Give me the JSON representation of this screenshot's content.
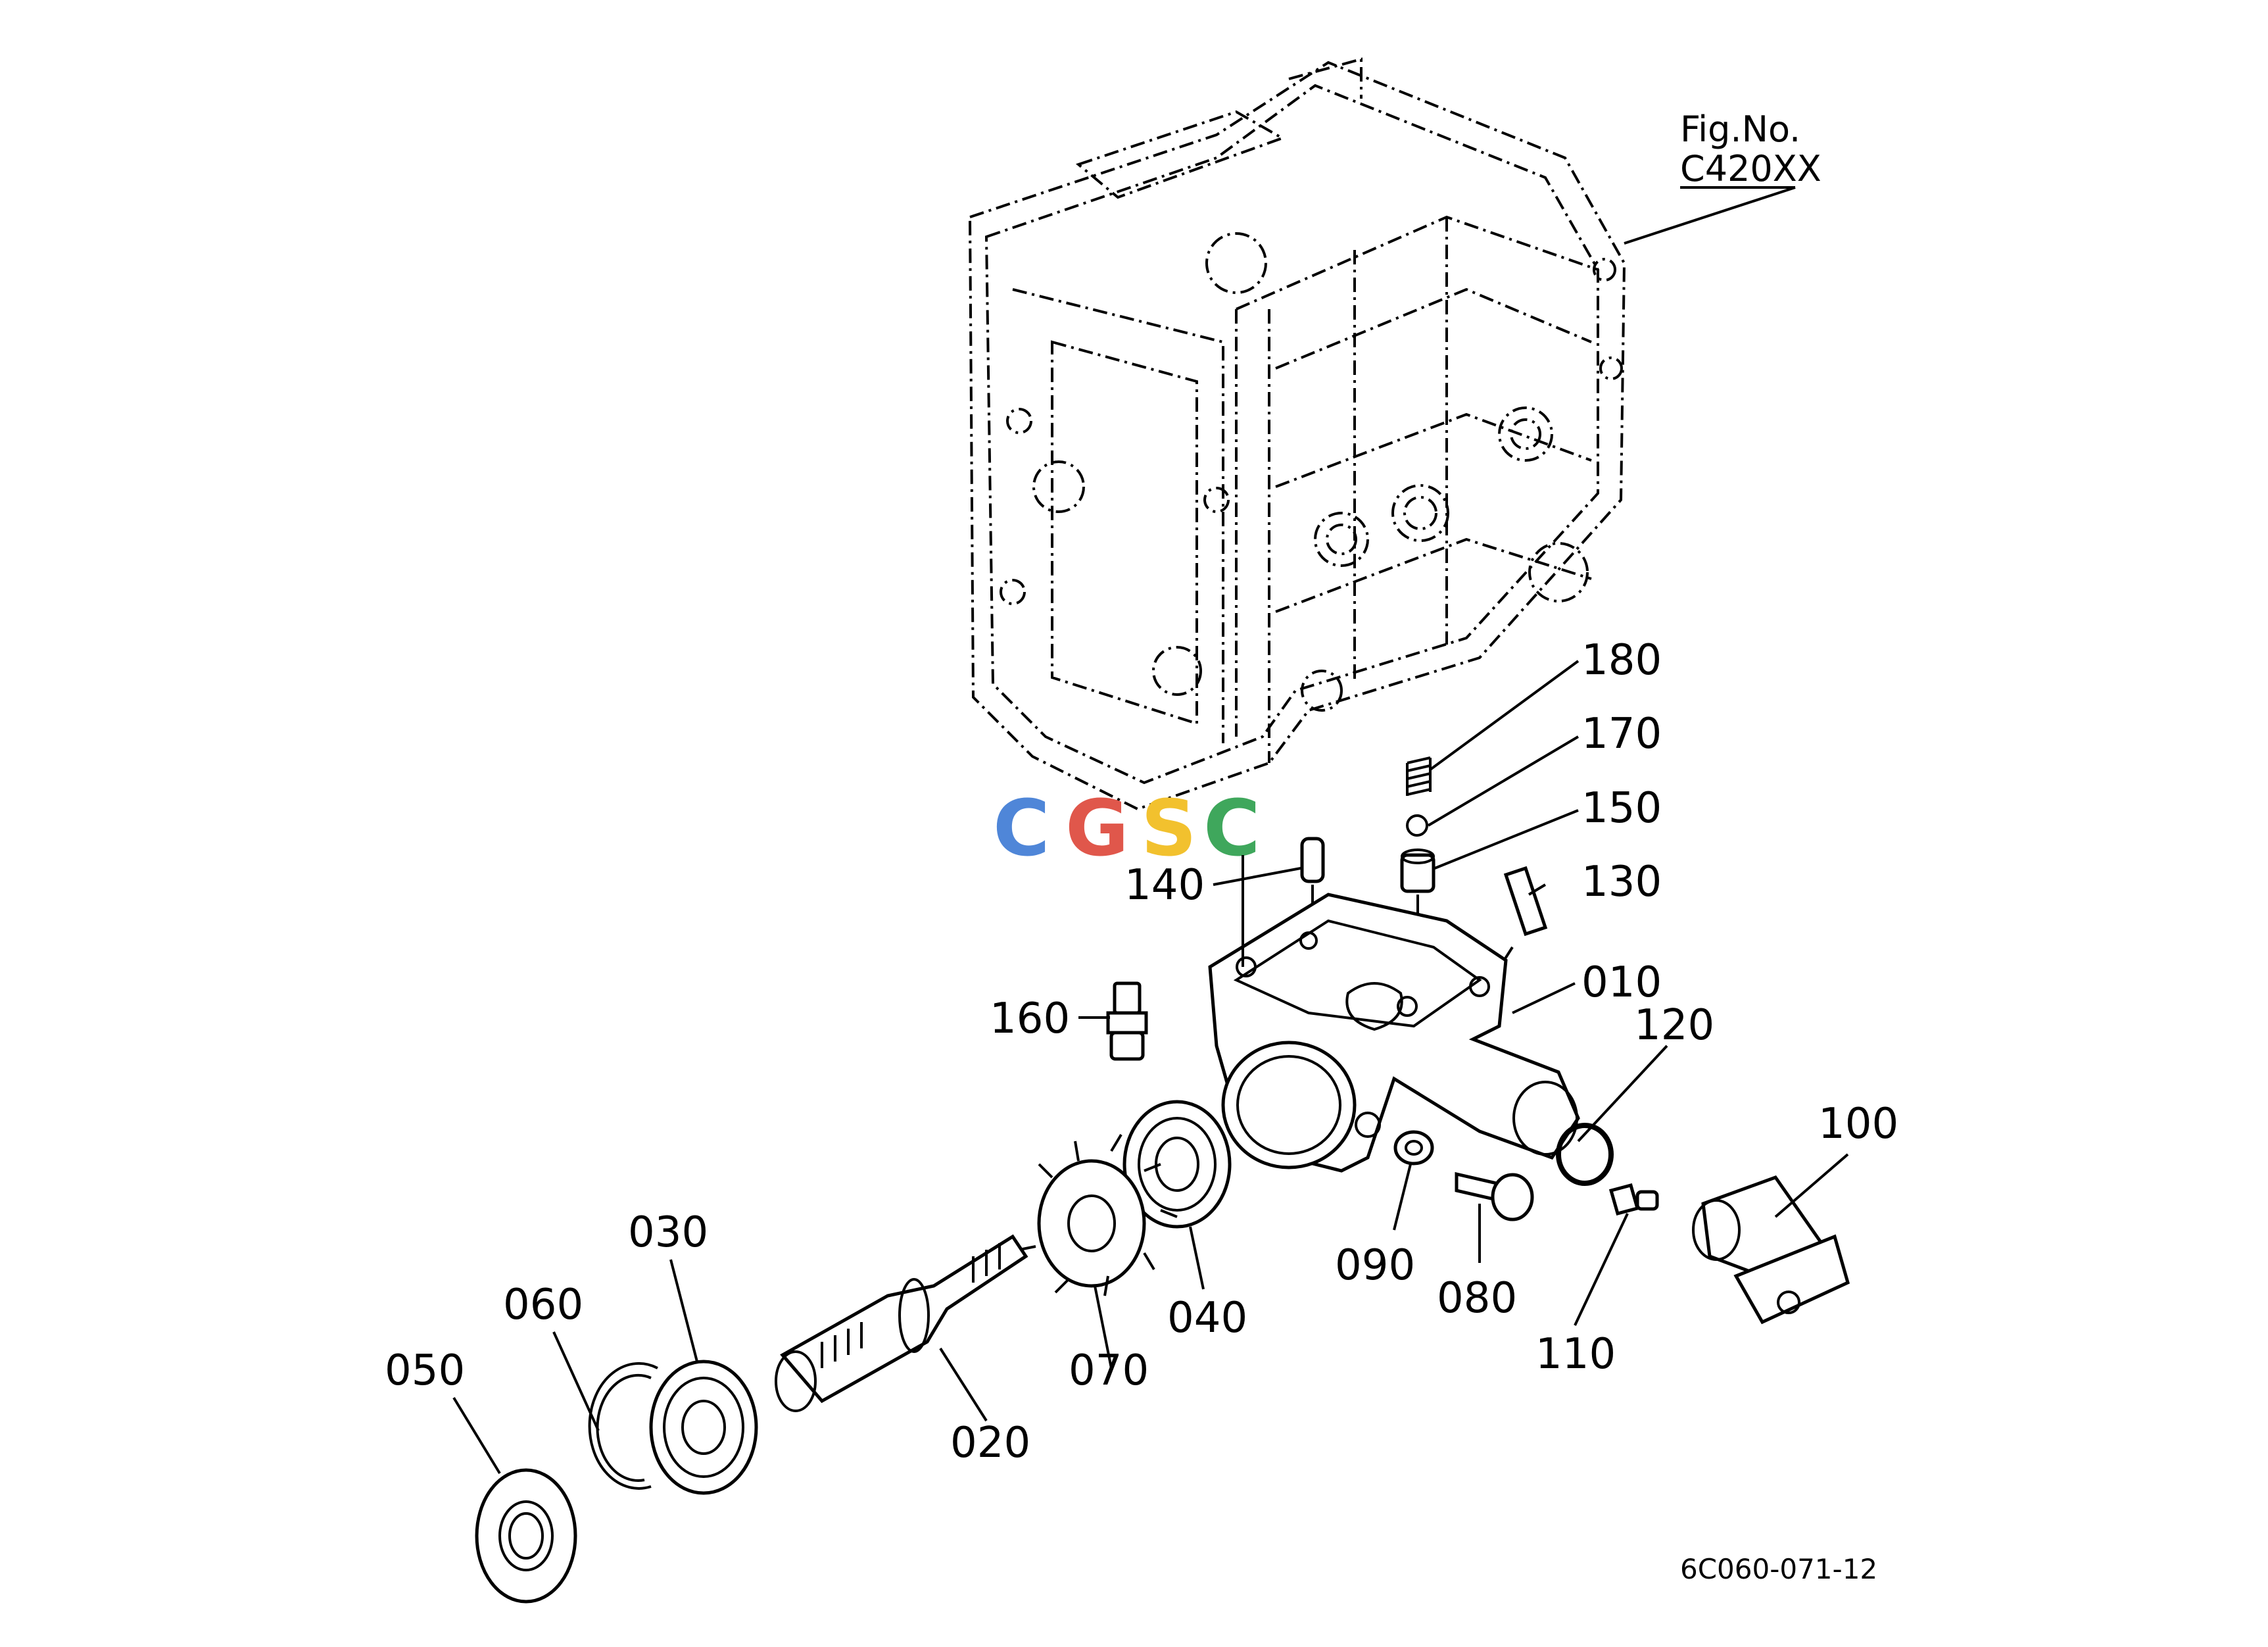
{
  "figure_ref": {
    "line1": "Fig.No.",
    "line2": "C420XX"
  },
  "drawing_code": "6C060-071-12",
  "watermark": {
    "letters": [
      "C",
      "G",
      "S",
      "C"
    ],
    "colors": [
      "#4f86d8",
      "#e0574b",
      "#f2c12e",
      "#3fa75c"
    ]
  },
  "callouts": {
    "p010": "010",
    "p020": "020",
    "p030": "030",
    "p040": "040",
    "p050": "050",
    "p060": "060",
    "p070": "070",
    "p080": "080",
    "p090": "090",
    "p100": "100",
    "p110": "110",
    "p120": "120",
    "p130": "130",
    "p140": "140",
    "p150": "150",
    "p160": "160",
    "p170": "170",
    "p180": "180"
  }
}
